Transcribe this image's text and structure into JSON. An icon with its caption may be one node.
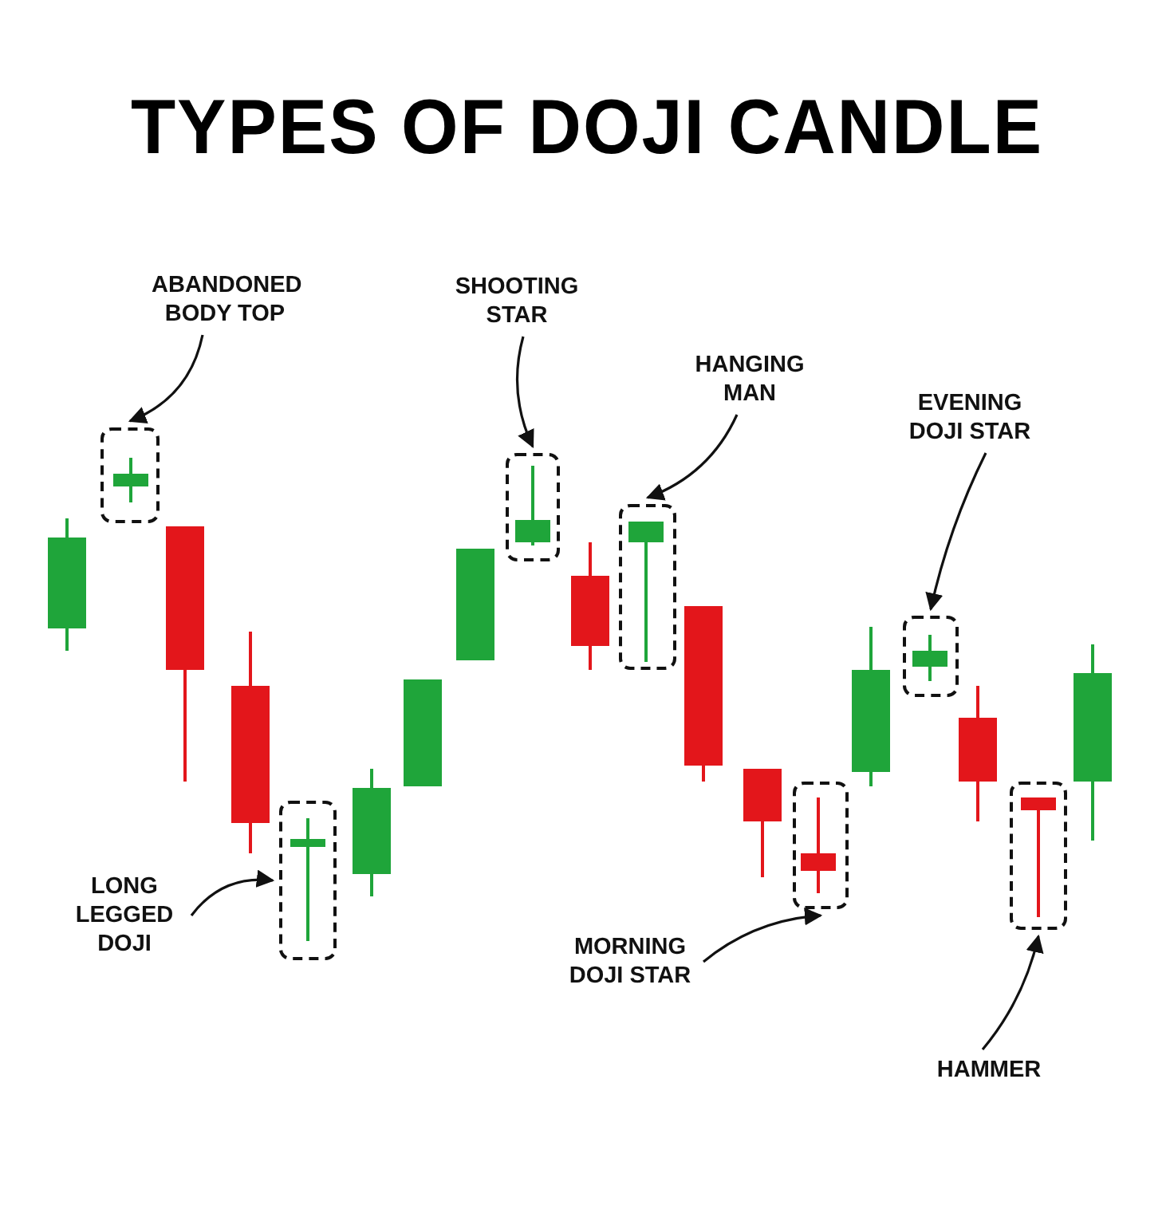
{
  "diagram": {
    "title": "TYPES OF DOJI CANDLE",
    "nodes": [
      {
        "text": [
          "ABANDONED BODY TOP"
        ]
      },
      {
        "text": [],
        "shape": "box"
      },
      {
        "text": [
          "SHOOTING STAR"
        ]
      },
      {
        "text": [],
        "shape": "box"
      },
      {
        "text": [
          "HANGING MAN"
        ]
      },
      {
        "text": [],
        "shape": "box"
      },
      {
        "text": [
          "EVENING DOJI STAR"
        ]
      },
      {
        "text": [],
        "shape": "box"
      },
      {
        "text": [
          "LONG LEGGED DOJI"
        ]
      },
      {
        "text": [],
        "shape": "box"
      },
      {
        "text": [
          "MORNING DOJI STAR"
        ]
      },
      {
        "text": [],
        "shape": "box"
      },
      {
        "text": [
          "HAMMER"
        ]
      },
      {
        "text": [],
        "shape": "box"
      }
    ],
    "edges": [
      {
        "from": 0,
        "to": 1,
        "arrow": "to"
      },
      {
        "from": 2,
        "to": 3,
        "arrow": "to"
      },
      {
        "from": 4,
        "to": 5,
        "arrow": "to"
      },
      {
        "from": 6,
        "to": 7,
        "arrow": "to"
      },
      {
        "from": 8,
        "to": 9,
        "arrow": "to"
      },
      {
        "from": 10,
        "to": 11,
        "arrow": "to"
      },
      {
        "from": 12,
        "to": 13,
        "arrow": "to"
      }
    ]
  }
}
